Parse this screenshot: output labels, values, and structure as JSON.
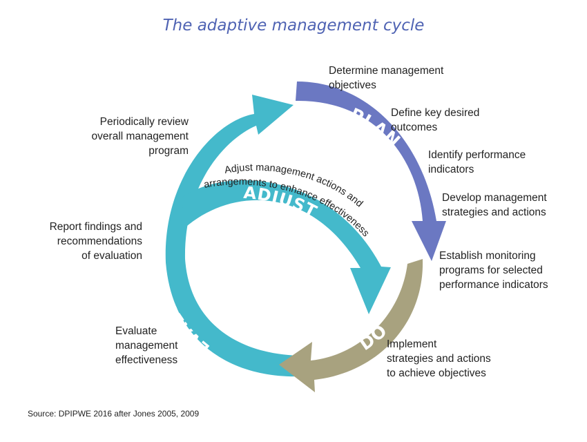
{
  "title": "The adaptive management cycle",
  "colors": {
    "plan": "#6b78c2",
    "do": "#a8a27f",
    "evaluate": "#44b9cb",
    "adjust": "#44b9cb",
    "title": "#4f63b3"
  },
  "stages": {
    "plan": "PLAN",
    "do": "DO",
    "evaluate_learn": "EVALUATE & LEARN",
    "adjust": "ADJUST"
  },
  "adjust_note": {
    "line1": "Adjust management actions and",
    "line2": "arrangements to enhance effectiveness"
  },
  "plan_steps": [
    "Determine management\nobjectives",
    "Define key desired\noutcomes",
    "Identify performance\nindicators",
    "Develop management\nstrategies and actions"
  ],
  "do_steps": [
    "Establish monitoring\nprograms for selected\nperformance indicators",
    "Implement\n  strategies and actions\nto achieve objectives"
  ],
  "evaluate_steps": [
    "Evaluate\nmanagement\neffectiveness",
    "Report findings and\nrecommendations\nof evaluation",
    "Periodically review\noverall management\nprogram"
  ],
  "source": "Source: DPIPWE 2016 after Jones 2005, 2009"
}
